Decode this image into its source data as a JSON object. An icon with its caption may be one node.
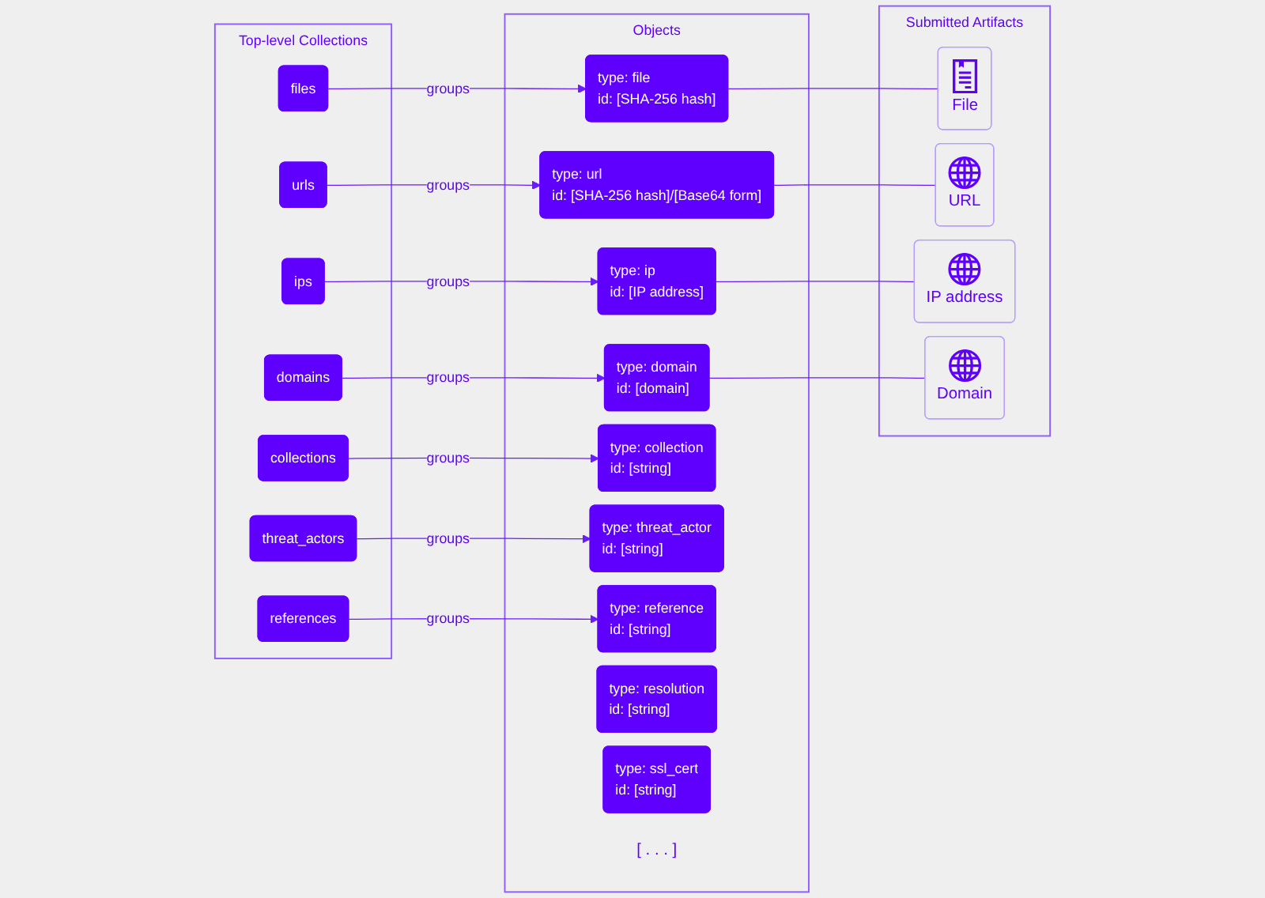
{
  "diagram": {
    "nodes": [
      {
        "text": [
          "Top-level Collections"
        ]
      },
      {
        "text": [
          "files"
        ],
        "in": 0
      },
      {
        "text": [
          "urls"
        ],
        "in": 0
      },
      {
        "text": [
          "ips"
        ],
        "in": 0
      },
      {
        "text": [
          "domains"
        ],
        "in": 0
      },
      {
        "text": [
          "collections"
        ],
        "in": 0
      },
      {
        "text": [
          "threat_actors"
        ],
        "in": 0
      },
      {
        "text": [
          "references"
        ],
        "in": 0
      },
      {
        "text": [
          "Objects"
        ],
        "beside": [
          "[ . . . ]"
        ]
      },
      {
        "text": [
          "type: file",
          "id: [SHA-256 hash]"
        ],
        "in": 8
      },
      {
        "text": [
          "type: url",
          "id: [SHA-256 hash]/[Base64 form]"
        ],
        "in": 8
      },
      {
        "text": [
          "type: ip",
          "id: [IP address]"
        ],
        "in": 8
      },
      {
        "text": [
          "type: domain",
          "id: [domain]"
        ],
        "in": 8
      },
      {
        "text": [
          "type: collection",
          "id: [string]"
        ],
        "in": 8
      },
      {
        "text": [
          "type: threat_actor",
          "id: [string]"
        ],
        "in": 8
      },
      {
        "text": [
          "type: reference",
          "id: [string]"
        ],
        "in": 8
      },
      {
        "text": [
          "type: resolution",
          "id: [string]"
        ],
        "in": 8
      },
      {
        "text": [
          "type: ssl_cert",
          "id: [string]"
        ],
        "in": 8
      },
      {
        "text": [
          "Submitted Artifacts"
        ]
      },
      {
        "text": [
          "File"
        ],
        "in": 18
      },
      {
        "text": [
          "URL"
        ],
        "in": 18
      },
      {
        "text": [
          "IP address"
        ],
        "in": 18
      },
      {
        "text": [
          "Domain"
        ],
        "in": 18
      }
    ],
    "edges": [
      {
        "from": 1,
        "to": 9,
        "arrow": "to",
        "label": "groups"
      },
      {
        "from": 2,
        "to": 10,
        "arrow": "to",
        "label": "groups"
      },
      {
        "from": 3,
        "to": 11,
        "arrow": "to",
        "label": "groups"
      },
      {
        "from": 4,
        "to": 12,
        "arrow": "to",
        "label": "groups"
      },
      {
        "from": 5,
        "to": 13,
        "arrow": "to",
        "label": "groups"
      },
      {
        "from": 6,
        "to": 14,
        "arrow": "to",
        "label": "groups"
      },
      {
        "from": 7,
        "to": 15,
        "arrow": "to",
        "label": "groups"
      },
      {
        "from": 9,
        "to": 19,
        "arrow": "none"
      },
      {
        "from": 10,
        "to": 20,
        "arrow": "none"
      },
      {
        "from": 11,
        "to": 21,
        "arrow": "none"
      },
      {
        "from": 12,
        "to": 22,
        "arrow": "none"
      }
    ]
  }
}
